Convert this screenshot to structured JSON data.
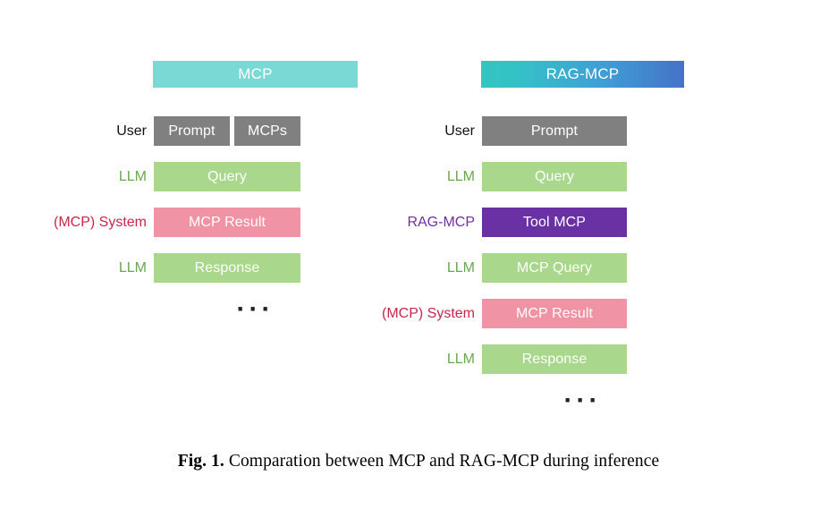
{
  "figure": {
    "caption_prefix": "Fig. 1.",
    "caption_text": " Comparation between MCP and RAG-MCP during inference",
    "ellipsis": "···"
  },
  "colors": {
    "banner_mcp": "#7ad9d4",
    "banner_ragmcp_start": "#33c5bf",
    "banner_ragmcp_end": "#4572c8",
    "bar_gray": "#808080",
    "bar_green": "#a9d78c",
    "bar_pink": "#f093a5",
    "bar_purple": "#6a31a5",
    "label_user": "#111111",
    "label_llm": "#6aa84f",
    "label_system": "#c9264a",
    "label_ragmcp": "#7030a0"
  },
  "columns": [
    {
      "id": "mcp",
      "banner": "MCP",
      "rows": [
        {
          "label": "User",
          "label_style": "user",
          "bars": [
            {
              "text": "Prompt",
              "style": "gray",
              "width": 85
            },
            {
              "text": "MCPs",
              "style": "gray",
              "width": 74
            }
          ]
        },
        {
          "label": "LLM",
          "label_style": "llm",
          "bars": [
            {
              "text": "Query",
              "style": "green",
              "width": 164
            }
          ]
        },
        {
          "label": "(MCP) System",
          "label_style": "system",
          "bars": [
            {
              "text": "MCP Result",
              "style": "pink",
              "width": 164
            }
          ]
        },
        {
          "label": "LLM",
          "label_style": "llm",
          "bars": [
            {
              "text": "Response",
              "style": "green",
              "width": 164
            }
          ]
        }
      ]
    },
    {
      "id": "rag-mcp",
      "banner": "RAG-MCP",
      "rows": [
        {
          "label": "User",
          "label_style": "user",
          "bars": [
            {
              "text": "Prompt",
              "style": "gray",
              "width": 162
            }
          ]
        },
        {
          "label": "LLM",
          "label_style": "llm",
          "bars": [
            {
              "text": "Query",
              "style": "green",
              "width": 162
            }
          ]
        },
        {
          "label": "RAG-MCP",
          "label_style": "ragmcp",
          "bars": [
            {
              "text": "Tool MCP",
              "style": "purple",
              "width": 162
            }
          ]
        },
        {
          "label": "LLM",
          "label_style": "llm",
          "bars": [
            {
              "text": "MCP Query",
              "style": "green",
              "width": 162
            }
          ]
        },
        {
          "label": "(MCP) System",
          "label_style": "system",
          "bars": [
            {
              "text": "MCP Result",
              "style": "pink",
              "width": 162
            }
          ]
        },
        {
          "label": "LLM",
          "label_style": "llm",
          "bars": [
            {
              "text": "Response",
              "style": "green",
              "width": 162
            }
          ]
        }
      ]
    }
  ]
}
